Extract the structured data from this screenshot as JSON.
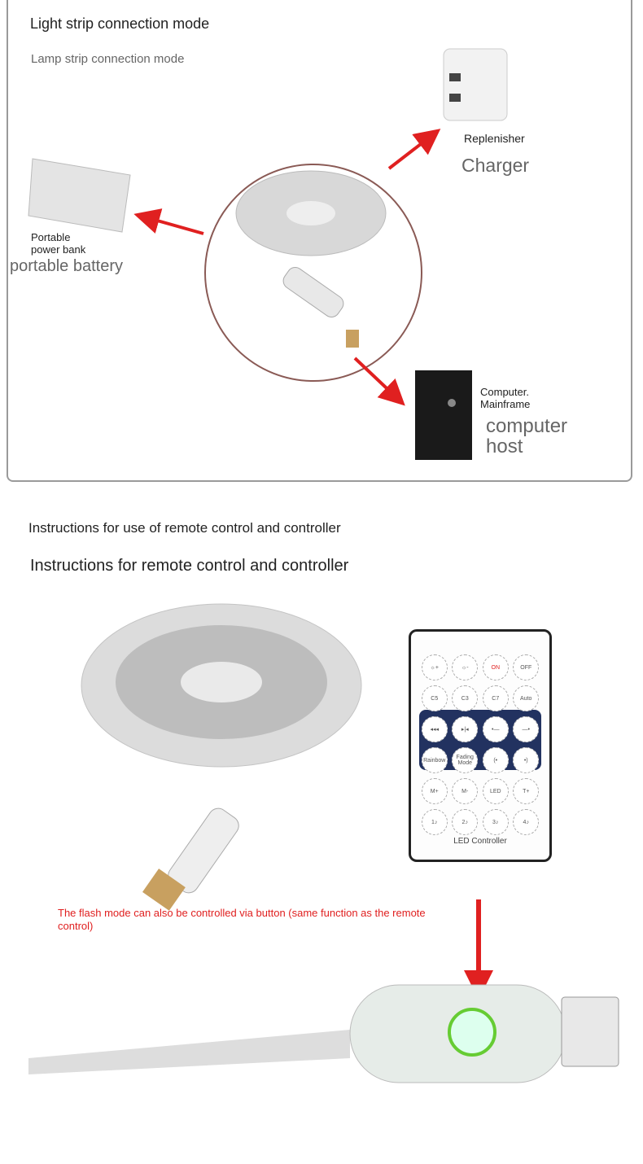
{
  "section1": {
    "title": "Light strip connection mode",
    "subtitle": "Lamp strip connection mode",
    "charger": {
      "label_small": "Replenisher",
      "label_large": "Charger"
    },
    "power_bank": {
      "label_small_1": "Portable",
      "label_small_2": "power bank",
      "label_large": "portable battery"
    },
    "computer": {
      "label_small_1": "Computer.",
      "label_small_2": "Mainframe",
      "label_large_1": "computer",
      "label_large_2": "host"
    }
  },
  "section2": {
    "title": "Instructions for use of remote control and controller",
    "subtitle": "Instructions for remote control and controller",
    "note": "The flash mode can also be controlled via button (same function as the remote control)",
    "remote": {
      "label": "LED Controller",
      "buttons": [
        "☼+",
        "☼-",
        "ON",
        "OFF",
        "C5",
        "C3",
        "C7",
        "Auto",
        "◂◂◂",
        "▸|◂",
        "•—",
        "—•",
        "Rainbow",
        "Fading Mode",
        "(•",
        "•)",
        "M+",
        "M-",
        "LED",
        "T+",
        "1♪",
        "2♪",
        "3♪",
        "4♪"
      ]
    },
    "accent_color": "#e02020"
  }
}
